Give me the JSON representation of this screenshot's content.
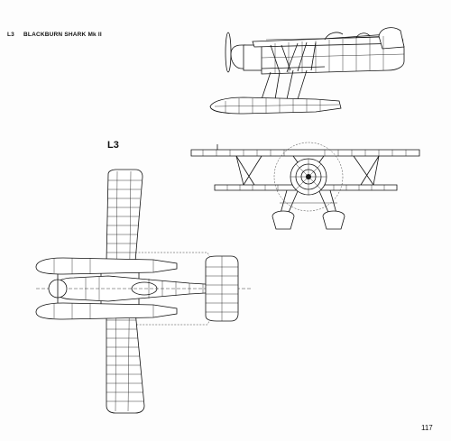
{
  "header": {
    "code": "L3",
    "title": "BLACKBURN SHARK Mk II"
  },
  "plate_label": "L3",
  "page_number": "117"
}
